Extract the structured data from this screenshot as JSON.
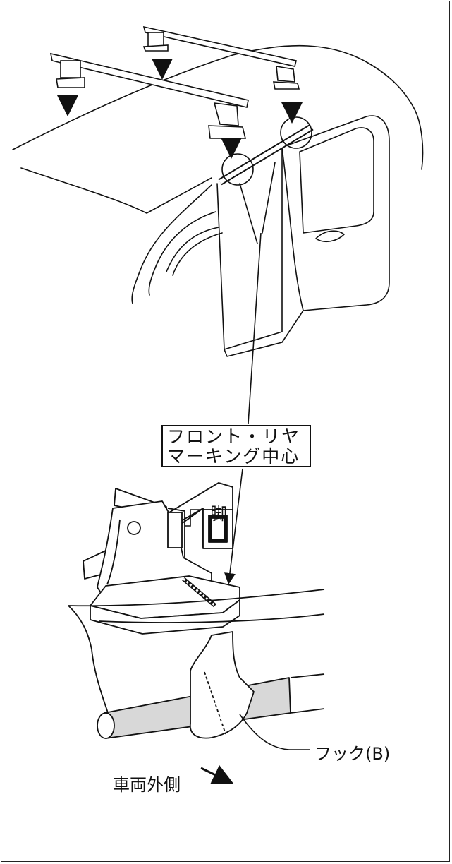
{
  "labels": {
    "marking_center_line1": "フロント・リヤ",
    "marking_center_line2": "マーキング中心",
    "leg": "脚",
    "hook": "フック(B)",
    "vehicle_outer_side": "車両外側"
  }
}
